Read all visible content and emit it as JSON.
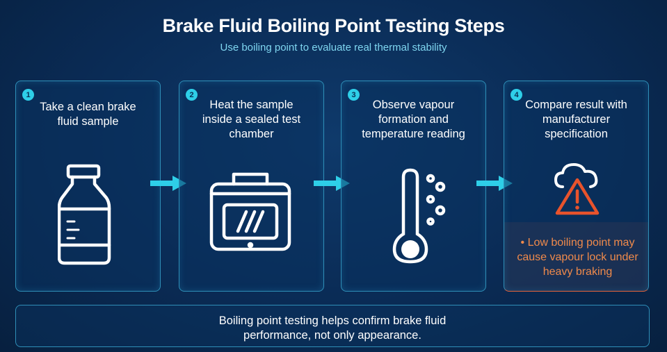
{
  "title": "Brake Fluid Boiling Point Testing Steps",
  "subtitle": "Use boiling point to evaluate real thermal stability",
  "steps": [
    {
      "number": "1",
      "text": "Take a clean brake fluid sample",
      "icon": "bottle-icon"
    },
    {
      "number": "2",
      "text": "Heat the sample inside a sealed test chamber",
      "icon": "test-chamber-icon"
    },
    {
      "number": "3",
      "text": "Observe vapour formation and temperature reading",
      "icon": "thermometer-icon"
    },
    {
      "number": "4",
      "text": "Compare result with manufacturer specification",
      "icon": "cloud-warning-icon",
      "warning": "• Low boiling point may cause vapour lock under heavy braking"
    }
  ],
  "footer": "Boiling point testing helps confirm brake fluid performance, not only appearance.",
  "colors": {
    "accent": "#2ecfe8",
    "warning": "#f08a4b",
    "warning_icon": "#e8532c",
    "border": "#2f8fb8"
  }
}
